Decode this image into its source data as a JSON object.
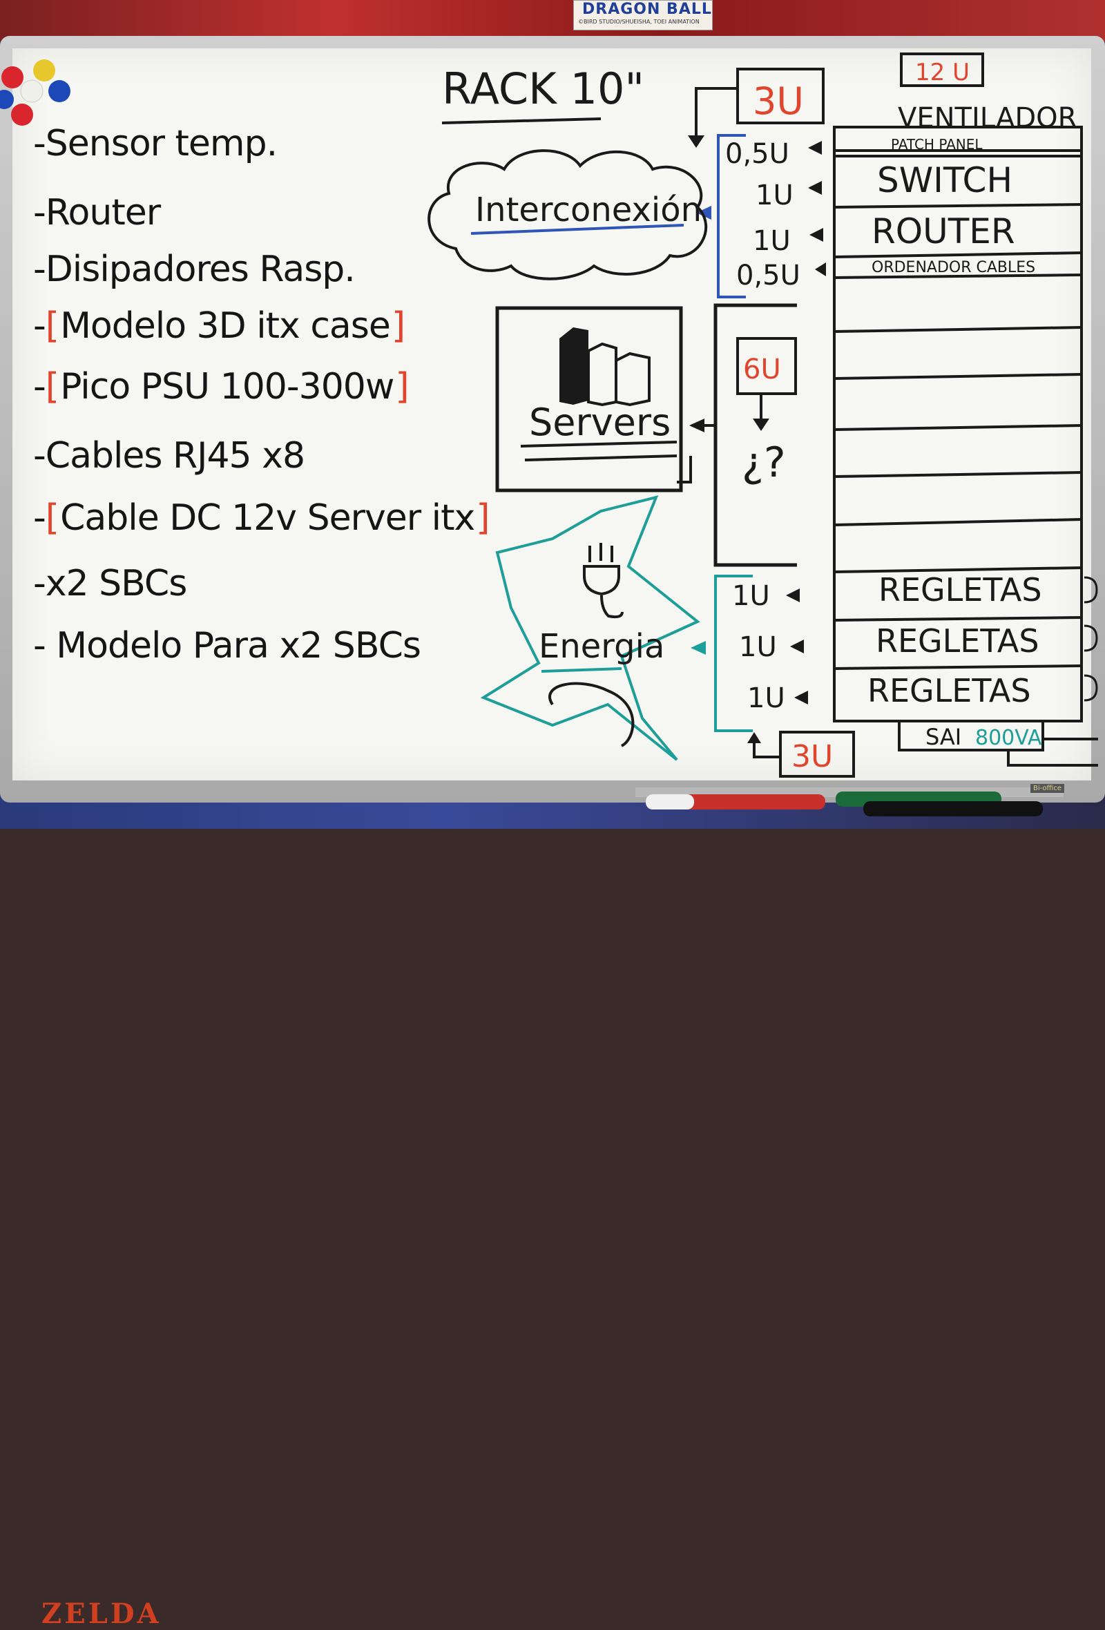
{
  "poster": {
    "title": "DRAGON BALL",
    "credit": "©BIRD STUDIO/SHUEISHA, TOEI ANIMATION"
  },
  "bottom_poster": {
    "title": "ZELDA"
  },
  "whiteboard_brand": "Bi-office",
  "todo_list": [
    {
      "text": "-Sensor temp.",
      "bracketed": false
    },
    {
      "text": "-Router",
      "bracketed": false
    },
    {
      "text": "-Disipadores Rasp.",
      "bracketed": false
    },
    {
      "text": "Modelo 3D itx case",
      "bracketed": true
    },
    {
      "text": "Pico PSU 100-300w",
      "bracketed": true
    },
    {
      "text": "-Cables RJ45 x8",
      "bracketed": false
    },
    {
      "text": "Cable DC 12v Server itx",
      "bracketed": true
    },
    {
      "text": "-x2 SBCs",
      "bracketed": false
    },
    {
      "text": "- Modelo Para x2 SBCs",
      "bracketed": false
    }
  ],
  "diagram": {
    "title": "RACK 10\"",
    "total_units": "12 U",
    "top_group_units": "3U",
    "middle_group_units": "6U",
    "middle_group_question": "¿?",
    "bottom_group_units": "3U",
    "interconnection_label": "Interconexión",
    "servers_label": "Servers",
    "energy_label": "Energia",
    "rack_rows": [
      {
        "label": "VENTILADOR",
        "unit": ""
      },
      {
        "label": "PATCH PANEL",
        "unit": "0,5U"
      },
      {
        "label": "SWITCH",
        "unit": "1U"
      },
      {
        "label": "ROUTER",
        "unit": "1U"
      },
      {
        "label": "ORDENADOR CABLES",
        "unit": "0,5U"
      },
      {
        "label": "",
        "unit": ""
      },
      {
        "label": "",
        "unit": ""
      },
      {
        "label": "",
        "unit": ""
      },
      {
        "label": "",
        "unit": ""
      },
      {
        "label": "",
        "unit": ""
      },
      {
        "label": "",
        "unit": ""
      },
      {
        "label": "REGLETAS",
        "unit": "1U"
      },
      {
        "label": "REGLETAS",
        "unit": "1U"
      },
      {
        "label": "REGLETAS",
        "unit": "1U"
      }
    ],
    "ups_label": "SAI",
    "ups_rating": "800VA"
  },
  "colors": {
    "ink_black": "#1a1a1a",
    "ink_red": "#e0452e",
    "ink_blue": "#2f55b8",
    "ink_teal": "#1e9e98"
  }
}
